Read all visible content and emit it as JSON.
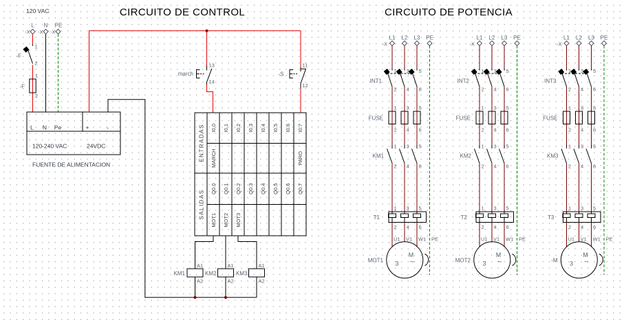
{
  "titles": {
    "control": "CIRCUITO DE CONTROL",
    "power": "CIRCUITO DE POTENCIA"
  },
  "colors": {
    "control_wire": "#e10000",
    "power_wire": "#7b0000",
    "pe_wire": "#008000",
    "neutral_wire": "#000000",
    "node": "#7b0000",
    "label": "#5b6573",
    "text": "#3a4049"
  },
  "control": {
    "source_label": "120 VAC",
    "terminal_tag": "-X",
    "terminal_pins": [
      "L",
      "N",
      "PE"
    ],
    "disconnect": {
      "label": "-F",
      "pins": [
        "1",
        "2"
      ]
    },
    "fuse": {
      "label": "-F",
      "pins": [
        "1",
        "2"
      ]
    },
    "supply": {
      "input_pins": [
        "L",
        "N",
        "Pe"
      ],
      "output_pins": [
        "+",
        "-"
      ],
      "input_rating": "120-240 VAC",
      "output_rating": "24VDC",
      "caption": "FUENTE DE ALIMENTACION"
    },
    "start_button": {
      "label": "march",
      "pins": [
        "13",
        "14"
      ]
    },
    "stop_button": {
      "label": "-S",
      "pins": [
        "11",
        "12"
      ]
    },
    "plc": {
      "inputs_header": "ENTRADAS",
      "outputs_header": "SALIDAS",
      "input_addrs": [
        "I0.0",
        "I0.1",
        "I0.2",
        "I0.3",
        "I0.4",
        "I0.5",
        "I0.6",
        "I0.7"
      ],
      "input_names": [
        "MARCH",
        "",
        "",
        "",
        "",
        "",
        "",
        "PARO"
      ],
      "output_addrs": [
        "Q0.0",
        "Q0.1",
        "Q0.2",
        "Q0.3",
        "Q0.4",
        "Q0.5",
        "Q0.6",
        "Q0.7"
      ],
      "output_names": [
        "MOT1",
        "MOT2",
        "MOT3",
        "",
        "",
        "",
        "",
        ""
      ]
    },
    "coils": {
      "labels": [
        "KM1",
        "KM2",
        "KM3"
      ],
      "pins": [
        "A1",
        "A2"
      ]
    }
  },
  "power": {
    "terminal_tag": "-X",
    "phase_labels": [
      "L1",
      "L2",
      "L3",
      "PE"
    ],
    "pin_top": [
      "1",
      "3",
      "5"
    ],
    "pin_bottom": [
      "2",
      "4",
      "6"
    ],
    "motor_pins": [
      "U1",
      "V1",
      "W1",
      "PE"
    ],
    "motor_letter": "M",
    "motor_phase": "3",
    "motor_wave": "~",
    "branches": [
      {
        "breaker": "INT1",
        "fuse": "FUSE",
        "contactor": "KM1",
        "overload": "T1",
        "motor": "MOT1"
      },
      {
        "breaker": "INT2",
        "fuse": "FUSE",
        "contactor": "KM2",
        "overload": "T2",
        "motor": "MOT2"
      },
      {
        "breaker": "INT3",
        "fuse": "FUSE",
        "contactor": "KM3",
        "overload": "T3",
        "motor": "-M"
      }
    ]
  }
}
